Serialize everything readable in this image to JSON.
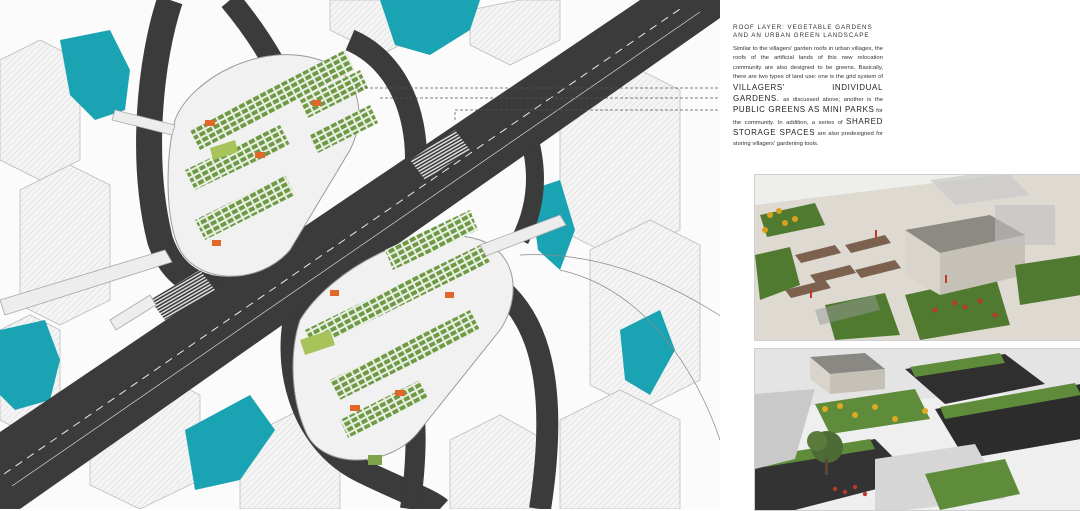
{
  "panel": {
    "heading": "ROOF LAYER: VEGETABLE GARDENS AND AN URBAN GREEN LANDSCAPE",
    "body_1": "Similar to the villagers' garden roofs in urban villages, the roofs of the artificial lands of this new relocation community are also designed to be greens. Basically, there are two types of land use: one is the grid system of ",
    "em_1": "VILLAGERS' INDIVIDUAL GARDENS.",
    "body_2": " as discussed above; another is the ",
    "em_2": "PUBLIC GREENS AS MINI PARKS",
    "body_3": " for the community. In addition, a series of ",
    "em_3": "SHARED STORAGE SPACES",
    "body_4": " are also predesigned for storing villagers' gardening tools."
  },
  "colors": {
    "road": "#3b3b3b",
    "water": "#1aa3b3",
    "garden": "#5f8c3a",
    "structure": "#f1f1f1",
    "storage": "#e2682a",
    "outline": "#9a9a9a"
  },
  "icons": {
    "callout": "dashed-leader-line"
  }
}
